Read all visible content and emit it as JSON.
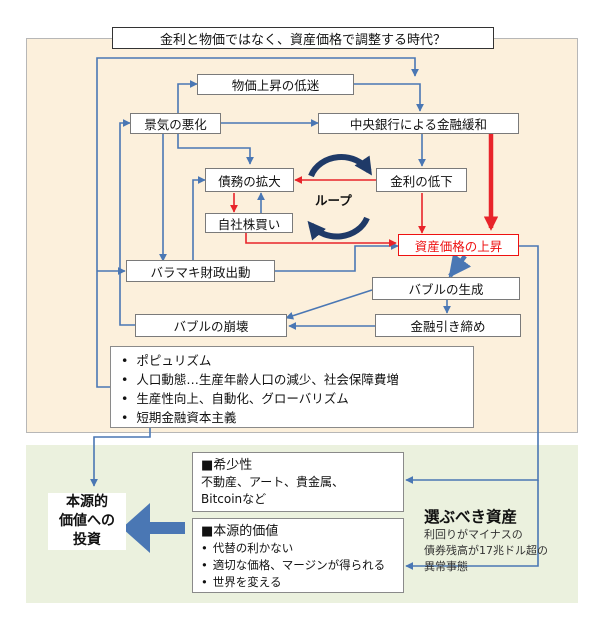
{
  "title": "金利と物価ではなく、資産価格で調整する時代？",
  "nodes": {
    "price_slump": "物価上昇の低迷",
    "recession": "景気の悪化",
    "easing": "中央銀行による金融緩和",
    "debt": "債務の拡大",
    "rate_down": "金利の低下",
    "buyback": "自社株買い",
    "asset_up": "資産価格の上昇",
    "fiscal": "バラマキ財政出動",
    "bubble_form": "バブルの生成",
    "tightening": "金融引き締め",
    "bubble_burst": "バブルの崩壊"
  },
  "loop_label": "ループ",
  "factors": [
    "ポピュリズム",
    "人口動態…生産年齢人口の減少、社会保障費増",
    "生産性向上、自動化、グローバリズム",
    "短期金融資本主義"
  ],
  "scarcity": {
    "head": "■希少性",
    "lines": [
      "不動産、アート、貴金属、",
      "Bitcoinなど"
    ]
  },
  "intrinsic": {
    "head": "■本源的価値",
    "items": [
      "代替の利かない",
      "適切な価格、マージンが得られる",
      "世界を変える"
    ]
  },
  "invest_label": [
    "本源的",
    "価値への",
    "投資"
  ],
  "select_title": "選ぶべき資産",
  "note": [
    "利回りがマイナスの",
    "債券残高が17兆ドル超の",
    "異常事態"
  ],
  "colors": {
    "top_bg": "#fcf0dc",
    "bottom_bg": "#ebf1de",
    "arrow_blue": "#4a77b4",
    "arrow_red": "#e8242a",
    "loop_navy": "#1f3a68"
  }
}
